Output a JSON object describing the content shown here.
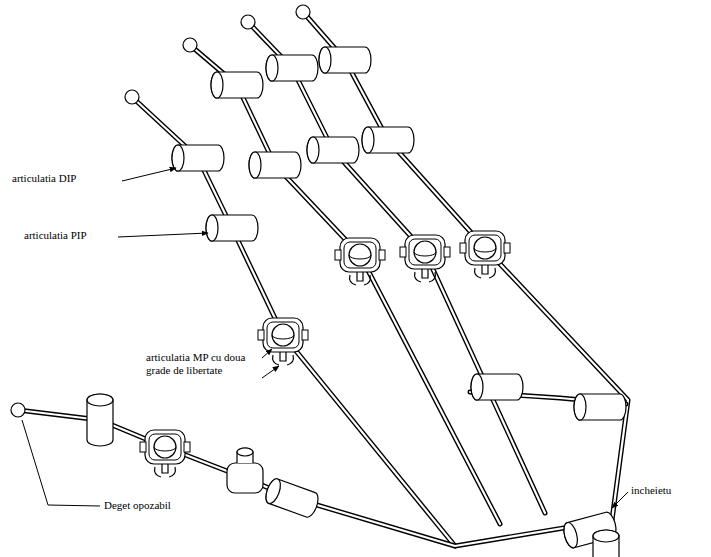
{
  "diagram": {
    "labels": [
      "articulatia DIP",
      "articulatia PIP",
      "articulatia MP cu doua grade de libertate",
      "Deget opozabil",
      "incheietu"
    ]
  }
}
